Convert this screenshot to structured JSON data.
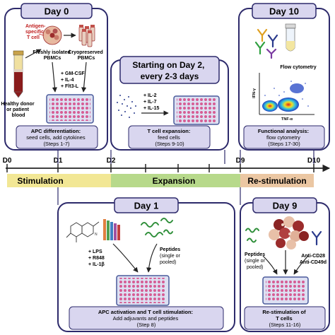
{
  "colors": {
    "panel_border": "#2d2a6b",
    "header_bg": "#d9d6ef",
    "timeline_line": "#222222",
    "stimulation_band": "#f2e795",
    "expansion_band": "#b7d98b",
    "restimulation_band": "#ebc7a3",
    "plate_frame": "#4a5a9b",
    "plate_well": "#d65d95",
    "peptide_green": "#2f8f3a",
    "antigen_red": "#9b2c2c",
    "antibody_navy": "#2a3a8c"
  },
  "day0": {
    "title": "Day 0",
    "antigen_label_line1": "Antigen-",
    "antigen_label_line2": "specific",
    "antigen_label_line3": "T cell",
    "fresh_label_line1": "Freshly isolated",
    "fresh_label_line2": "PBMCs",
    "cryo_label_line1": "Cryopreserved",
    "cryo_label_line2": "PBMCs",
    "donor_label_line1": "Healthy donor",
    "donor_label_line2": "or patient",
    "donor_label_line3": "blood",
    "cytokines": [
      "+ GM-CSF",
      "+ IL-4",
      "+ Flt3-L"
    ],
    "caption_title": "APC differentiation:",
    "caption_line2": "seed cells, add cytokines",
    "caption_steps": "(Steps 1-7)"
  },
  "day2": {
    "title_line1": "Starting on Day 2,",
    "title_line2": "every 2-3 days",
    "cytokines": [
      "+ IL-2",
      "+ IL-7",
      "+ IL-15"
    ],
    "caption_title": "T cell expansion:",
    "caption_line2": "feed cells",
    "caption_steps": "(Steps 9-10)"
  },
  "day10": {
    "title": "Day 10",
    "flow_label": "Flow cytometry",
    "y_axis_label": "IFN-γ",
    "x_axis_label": "TNF-α",
    "caption_title": "Functional analysis:",
    "caption_line2": "flow cytometry",
    "caption_steps": "(Steps 17-30)"
  },
  "timeline": {
    "markers": [
      "D0",
      "D1",
      "D2",
      "D9",
      "D10"
    ],
    "phases": [
      "Stimulation",
      "Expansion",
      "Re-stimulation"
    ]
  },
  "day1": {
    "title": "Day 1",
    "adjuvants": [
      "+ LPS",
      "+ R848",
      "+ IL-1β"
    ],
    "peptides_label_line1": "Peptides",
    "peptides_label_line2": "(single or",
    "peptides_label_line3": "pooled)",
    "caption_title": "APC activation and T cell stimulation:",
    "caption_line2": "Add adjuvants and peptides",
    "caption_steps": "(Step 8)"
  },
  "day9": {
    "title": "Day 9",
    "peptides_label_line1": "Peptides",
    "peptides_label_line2": "(single or",
    "peptides_label_line3": "pooled)",
    "antibody_line1": "Anti-CD28",
    "antibody_line2": "Anti-CD49d",
    "caption_title": "Re-stimulation of",
    "caption_line2": "T cells",
    "caption_steps": "(Steps 11-16)"
  }
}
